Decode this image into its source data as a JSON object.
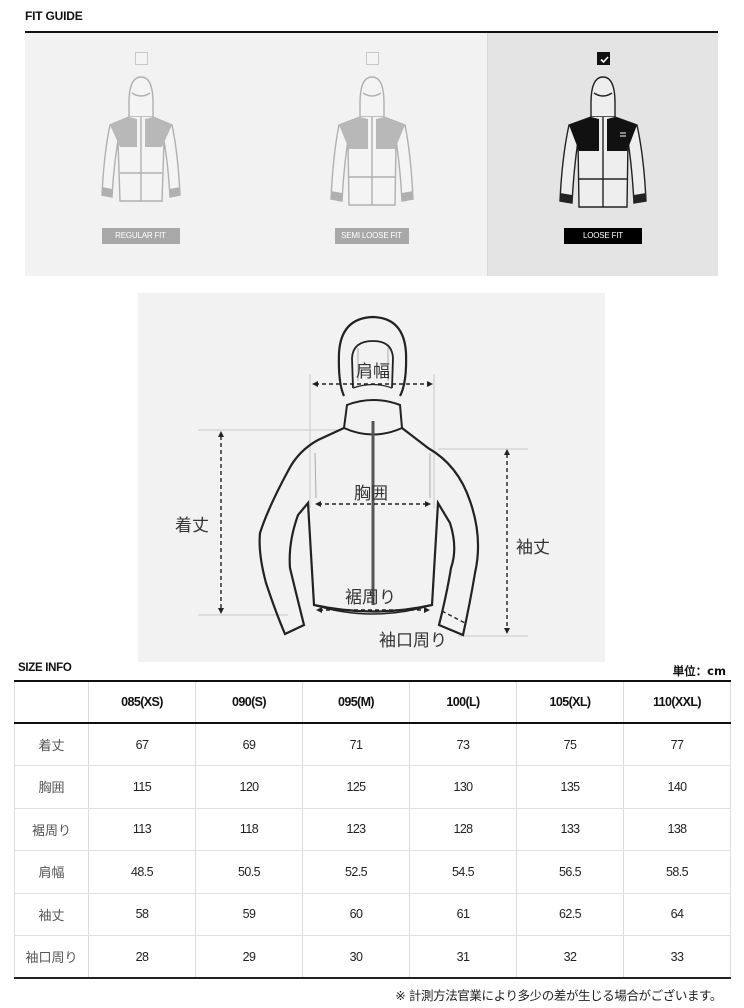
{
  "fit_guide": {
    "title": "FIT GUIDE",
    "options": [
      {
        "label": "REGULAR FIT",
        "checked": false
      },
      {
        "label": "SEMI LOOSE FIT",
        "checked": false
      },
      {
        "label": "LOOSE FIT",
        "checked": true
      }
    ],
    "colors": {
      "panel_bg": "#f2f2f2",
      "selected_bg": "#e4e4e4",
      "inactive_label": "#a8a8a8",
      "active_label": "#000000"
    }
  },
  "diagram": {
    "labels": {
      "shoulder_width": "肩幅",
      "chest": "胸囲",
      "body_length": "着丈",
      "sleeve_length": "袖丈",
      "hem_circumference": "裾周り",
      "cuff_circumference": "袖口周り"
    }
  },
  "size_info": {
    "title": "SIZE INFO",
    "unit": "単位：cm",
    "columns": [
      "",
      "085(XS)",
      "090(S)",
      "095(M)",
      "100(L)",
      "105(XL)",
      "110(XXL)"
    ],
    "rows": [
      {
        "label": "着丈",
        "values": [
          "67",
          "69",
          "71",
          "73",
          "75",
          "77"
        ]
      },
      {
        "label": "胸囲",
        "values": [
          "115",
          "120",
          "125",
          "130",
          "135",
          "140"
        ]
      },
      {
        "label": "裾周り",
        "values": [
          "113",
          "118",
          "123",
          "128",
          "133",
          "138"
        ]
      },
      {
        "label": "肩幅",
        "values": [
          "48.5",
          "50.5",
          "52.5",
          "54.5",
          "56.5",
          "58.5"
        ]
      },
      {
        "label": "袖丈",
        "values": [
          "58",
          "59",
          "60",
          "61",
          "62.5",
          "64"
        ]
      },
      {
        "label": "袖口周り",
        "values": [
          "28",
          "29",
          "30",
          "31",
          "32",
          "33"
        ]
      }
    ],
    "footnote": "※ 計測方法官業により多少の差が生じる場合がございます。"
  }
}
